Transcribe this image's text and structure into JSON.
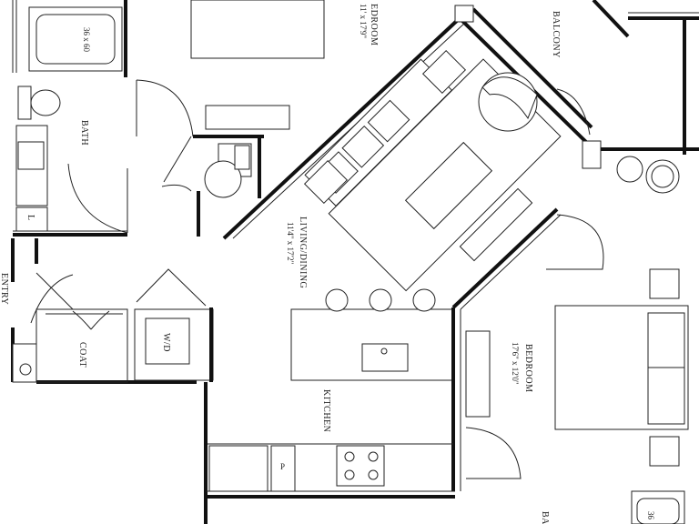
{
  "rooms": {
    "bedroom_top": {
      "name": "EDROOM",
      "size": "11' x 17'9\""
    },
    "balcony": {
      "name": "BALCONY"
    },
    "bath": {
      "name": "BATH",
      "tub": "36 x 60",
      "linen": "L"
    },
    "living": {
      "name": "LIVING/DINING",
      "size": "11'4\" x 17'2\""
    },
    "entry": {
      "name": "ENTRY"
    },
    "coat": {
      "name": "COAT"
    },
    "laundry": {
      "name": "W/D"
    },
    "kitchen": {
      "name": "KITCHEN",
      "pantry": "P"
    },
    "bedroom_right": {
      "name": "BEDROOM",
      "size": "17'6\" x 12'0\""
    },
    "bath_bottom": {
      "name": "BA",
      "tub": "36"
    }
  }
}
